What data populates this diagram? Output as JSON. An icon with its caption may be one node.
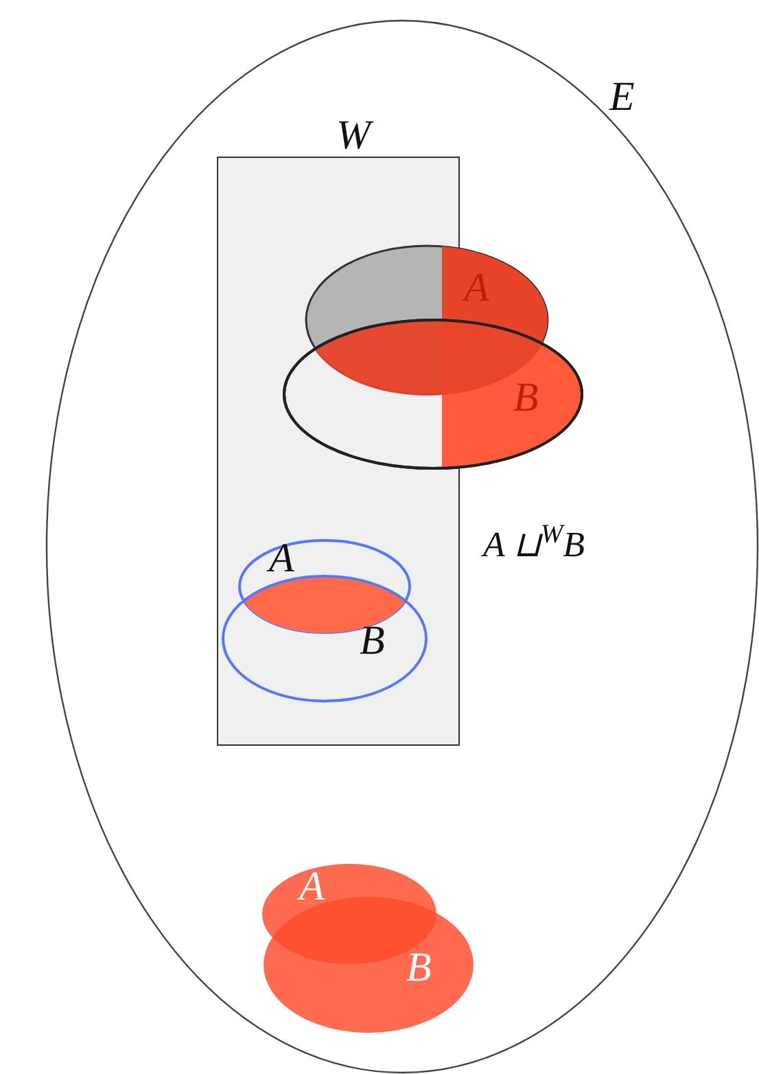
{
  "diagram": {
    "nodes": [
      {
        "text": [
          "E"
        ]
      },
      {
        "text": [
          "W"
        ],
        "in": 0
      },
      {
        "text": [
          "A"
        ],
        "in": 0
      },
      {
        "text": [
          "B"
        ],
        "in": 0
      },
      {
        "text": [
          "A"
        ],
        "in": 1
      },
      {
        "text": [
          "B"
        ],
        "in": 1
      },
      {
        "text": [
          "A"
        ],
        "in": 0
      },
      {
        "text": [
          "B"
        ],
        "in": 0
      }
    ],
    "labels": [
      "A ⊔$^{W}$B"
    ]
  }
}
